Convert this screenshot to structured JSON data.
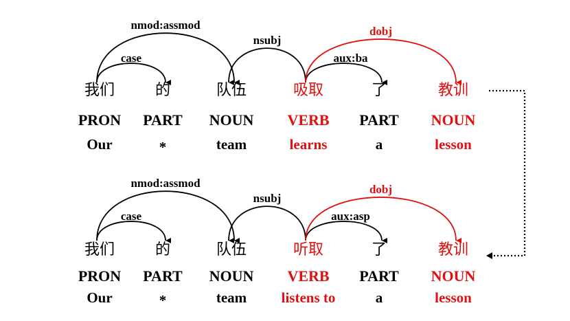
{
  "colors": {
    "normal": "#000000",
    "highlight": "#e01010"
  },
  "sentences": [
    {
      "tokens": [
        {
          "word": "我们",
          "pos": "PRON",
          "gloss": "Our",
          "highlight": false
        },
        {
          "word": "的",
          "pos": "PART",
          "gloss": "*",
          "highlight": false
        },
        {
          "word": "队伍",
          "pos": "NOUN",
          "gloss": "team",
          "highlight": false
        },
        {
          "word": "吸取",
          "pos": "VERB",
          "gloss": "learns",
          "highlight": true
        },
        {
          "word": "了",
          "pos": "PART",
          "gloss": "a",
          "highlight": false
        },
        {
          "word": "教训",
          "pos": "NOUN",
          "gloss": "lesson",
          "highlight": true
        }
      ],
      "arcs": [
        {
          "from": 0,
          "to": 2,
          "label": "nmod:assmod",
          "level": 3,
          "highlight": false
        },
        {
          "from": 0,
          "to": 1,
          "label": "case",
          "level": 1,
          "highlight": false
        },
        {
          "from": 3,
          "to": 2,
          "label": "nsubj",
          "level": 2,
          "highlight": false
        },
        {
          "from": 3,
          "to": 4,
          "label": "aux:ba",
          "level": 1,
          "highlight": false
        },
        {
          "from": 3,
          "to": 5,
          "label": "dobj",
          "level": 2.6,
          "highlight": true
        }
      ]
    },
    {
      "tokens": [
        {
          "word": "我们",
          "pos": "PRON",
          "gloss": "Our",
          "highlight": false
        },
        {
          "word": "的",
          "pos": "PART",
          "gloss": "*",
          "highlight": false
        },
        {
          "word": "队伍",
          "pos": "NOUN",
          "gloss": "team",
          "highlight": false
        },
        {
          "word": "听取",
          "pos": "VERB",
          "gloss": "listens to",
          "highlight": true
        },
        {
          "word": "了",
          "pos": "PART",
          "gloss": "a",
          "highlight": false
        },
        {
          "word": "教训",
          "pos": "NOUN",
          "gloss": "lesson",
          "highlight": true
        }
      ],
      "arcs": [
        {
          "from": 0,
          "to": 2,
          "label": "nmod:assmod",
          "level": 3,
          "highlight": false
        },
        {
          "from": 0,
          "to": 1,
          "label": "case",
          "level": 1,
          "highlight": false
        },
        {
          "from": 3,
          "to": 2,
          "label": "nsubj",
          "level": 2,
          "highlight": false
        },
        {
          "from": 3,
          "to": 4,
          "label": "aux:asp",
          "level": 1,
          "highlight": false
        },
        {
          "from": 3,
          "to": 5,
          "label": "dobj",
          "level": 2.6,
          "highlight": true
        }
      ]
    }
  ],
  "connector": {
    "style": "dotted",
    "from_sentence": 0,
    "to_sentence": 1
  }
}
